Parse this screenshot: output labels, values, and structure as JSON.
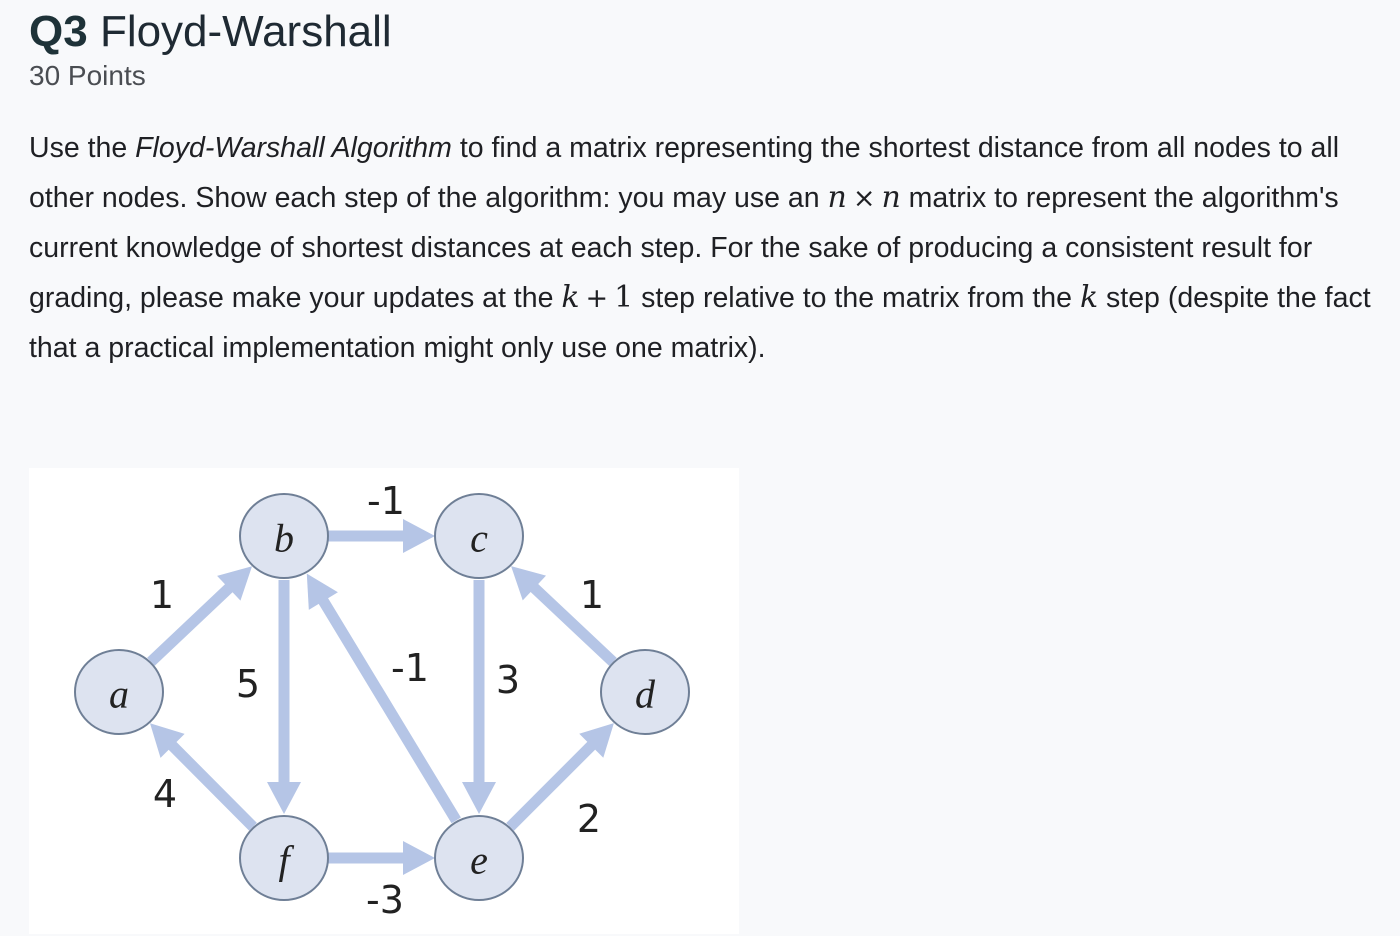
{
  "question": {
    "number": "Q3",
    "title": "Floyd-Warshall",
    "points": "30 Points"
  },
  "body": {
    "p1": "Use the ",
    "p1_em": "Floyd-Warshall Algorithm",
    "p2": " to find a matrix representing the shortest distance from all nodes to all other nodes.  Show each step of the algorithm: you may use an ",
    "math1_a": "n",
    "math1_op": "×",
    "math1_b": "n",
    "p3": " matrix to represent the algorithm's current knowledge of shortest distances at each step. For the sake of producing a consistent result for grading, please make your updates at the ",
    "math2_a": "k",
    "math2_op": "+",
    "math2_b": "1",
    "p4": " step relative to the matrix from the ",
    "math3": "k",
    "p5": " step (despite the fact that a practical implementation might only use one matrix)."
  },
  "graph": {
    "node_fill": "#dde3f0",
    "node_stroke": "#6f7f96",
    "edge_color": "#b5c5e6",
    "nodes": {
      "a": "a",
      "b": "b",
      "c": "c",
      "d": "d",
      "e": "e",
      "f": "f"
    },
    "edges": [
      {
        "from": "a",
        "to": "b",
        "weight": "1"
      },
      {
        "from": "b",
        "to": "c",
        "weight": "-1"
      },
      {
        "from": "b",
        "to": "f",
        "weight": "5"
      },
      {
        "from": "e",
        "to": "b",
        "weight": "-1"
      },
      {
        "from": "c",
        "to": "e",
        "weight": "3"
      },
      {
        "from": "d",
        "to": "c",
        "weight": "1"
      },
      {
        "from": "f",
        "to": "a",
        "weight": "4"
      },
      {
        "from": "f",
        "to": "e",
        "weight": "-3"
      },
      {
        "from": "e",
        "to": "d",
        "weight": "2"
      }
    ]
  }
}
